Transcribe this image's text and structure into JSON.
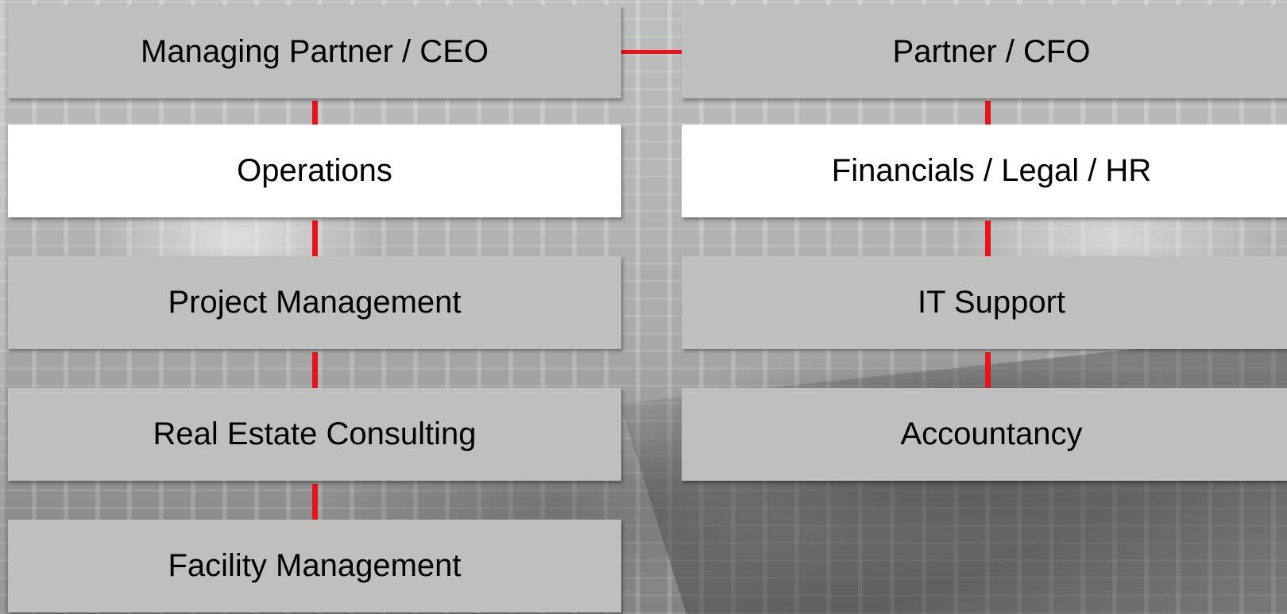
{
  "org_chart": {
    "left_column": [
      {
        "label": "Managing Partner / CEO",
        "style": "gray"
      },
      {
        "label": "Operations",
        "style": "white"
      },
      {
        "label": "Project Management",
        "style": "gray"
      },
      {
        "label": "Real Estate Consulting",
        "style": "gray"
      },
      {
        "label": "Facility Management",
        "style": "gray"
      }
    ],
    "right_column": [
      {
        "label": "Partner / CFO",
        "style": "gray"
      },
      {
        "label": "Financials / Legal / HR",
        "style": "white"
      },
      {
        "label": "IT Support",
        "style": "gray"
      },
      {
        "label": "Accountancy",
        "style": "gray"
      }
    ],
    "colors": {
      "connector": "#e8141c",
      "box_gray": "#bfbfbf",
      "box_white": "#ffffff",
      "text": "#000000"
    }
  }
}
